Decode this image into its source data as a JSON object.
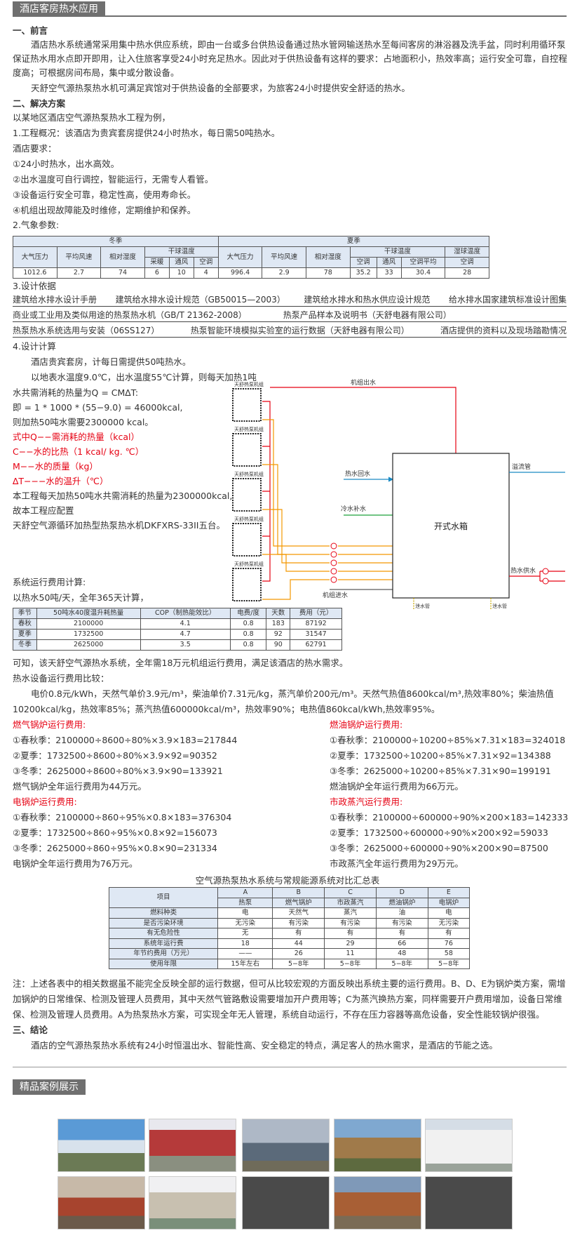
{
  "header": "酒店客房热水应用",
  "s1": {
    "title": "一、前言",
    "p1": [
      "酒店热水系统通常采用集中热水供应系统，即由一台或多台供热设备通过热水管网输送热水至每间客房的淋浴器及洗手盆，同时利用循环泵",
      "保证热水用水点即开即用，让入住旅客享受24小时充足热水。因此对于供热设备有这样的要求：占地面积小，热效率高；运行安全可靠，自控程",
      "度高；可根据房间布局，集中或分散设备。"
    ],
    "p2": "天舒空气源热泵热水机可满足宾馆对于供热设备的全部要求，为旅客24小时提供安全舒适的热水。"
  },
  "s2": {
    "title": "二、解决方案",
    "l1": "以某地区酒店空气源热泵热水工程为例，",
    "l2": "1.工程概况：该酒店为贵宾套房提供24小时热水，每日需50吨热水。",
    "l3": "酒店要求：",
    "reqs": [
      "①24小时热水，出水高效。",
      "②出水温度可自行调控，智能运行，无需专人看管。",
      "③设备运行安全可靠，稳定性高，使用寿命长。",
      "④机组出现故障能及时维修，定期维护和保养。"
    ],
    "l4": "2.气象参数:"
  },
  "weather": {
    "winter": "冬季",
    "summer": "夏季",
    "pressure": "大气压力",
    "wind": "平均风速",
    "humidity": "相对湿度",
    "dry": "干球温度",
    "wet": "湿球温度",
    "heating": "采暖",
    "vent": "通风",
    "ac": "空调",
    "ac_avg": "空调平均",
    "w": [
      "1012.6",
      "2.7",
      "74",
      "6",
      "10",
      "4"
    ],
    "s": [
      "996.4",
      "2.9",
      "78",
      "35.2",
      "33",
      "30.4",
      "28"
    ]
  },
  "basis": {
    "title": "3.设计依据",
    "row1": [
      "建筑给水排水设计手册",
      "建筑给水排水设计规范（GB50015—2003）",
      "建筑给水排水和热水供应设计规范",
      "给水排水国家建筑标准设计图集"
    ],
    "row2": [
      "商业或工业用及类似用途的热泵热水机（GB/T 21362-2008）",
      "热泵产品样本及说明书（天舒电器有限公司）"
    ],
    "row3": [
      "热泵热水系统选用与安装（06SS127）",
      "热泵智能环境模拟实验室的运行数据（天舒电器有限公司）",
      "酒店提供的资料以及现场踏勘情况"
    ]
  },
  "calc": {
    "title": "4.设计计算",
    "lines": [
      "酒店贵宾套房，计每日需提供50吨热水。",
      "以地表水温度9.0℃，出水温度55℃计算，则每天加热1吨",
      "水共需消耗的热量为Q = CM∆T:",
      "即 = 1 * 1000 * (55−9.0) = 46000kcal,",
      "则加热50吨水需要2300000 kcal。"
    ],
    "red": [
      "式中Q−−需消耗的热量（kcal）",
      "C−−水的比热（1 kcal/ kg. ℃）",
      "M−−水的质量（kg）",
      "∆T−−−水的温升（℃）"
    ],
    "after": [
      "本工程每天加热50吨水共需消耗的热量为2300000kcal,",
      "故本工程应配置",
      "天舒空气源循环加热型热泵热水机DKFXRS-33II五台。"
    ]
  },
  "diagram": {
    "unit": "天舒热泵机组",
    "out": "机组出水",
    "ret": "热水回水",
    "cold": "冷水补水",
    "tank": "开式水箱",
    "overflow": "溢流管",
    "supply": "热水供水",
    "in": "机组进水",
    "drain": "泄水管"
  },
  "cost": {
    "l1": "系统运行费用计算:",
    "l2": "以热水50吨/天，全年365天计算，",
    "head": [
      "季节",
      "50吨水40度温升耗热量",
      "COP（制热能效比）",
      "电费/度",
      "天数",
      "费用（元）"
    ],
    "rows": [
      [
        "春秋",
        "2100000",
        "4.1",
        "0.8",
        "183",
        "87192"
      ],
      [
        "夏季",
        "1732500",
        "4.7",
        "0.8",
        "92",
        "31547"
      ],
      [
        "冬季",
        "2625000",
        "3.5",
        "0.8",
        "90",
        "62791"
      ]
    ]
  },
  "compare": {
    "l1": "可知，该天舒空气源热水系统，全年需18万元机组运行费用，满足该酒店的热水需求。",
    "l2": "热水设备运行费用比较：",
    "l3": "电价0.8元/kWh，天然气单价3.9元/m³，柴油单价7.31元/kg，蒸汽单价200元/m³。天然气热值8600kcal/m³,热效率80%；柴油热值",
    "l4": "10200kcal/kg，热效率85%；蒸汽热值600000kcal/m³，热效率90%；电热值860kcal/kWh,热效率95%。",
    "gas": {
      "title": "燃气锅炉运行费用:",
      "lines": [
        "①春秋季：2100000÷8600÷80%×3.9×183=217844",
        "②夏季：1732500÷8600÷80%×3.9×92=90352",
        "③冬季：2625000÷8600÷80%×3.9×90=133921"
      ],
      "total": "燃气锅炉全年运行费用为44万元。"
    },
    "oil": {
      "title": "燃油锅炉运行费用:",
      "lines": [
        "①春秋季：2100000÷10200÷85%×7.31×183=324018",
        "②夏季：1732500÷10200÷85%×7.31×92=134388",
        "③冬季：2625000÷10200÷85%×7.31×90=199191"
      ],
      "total": "燃油锅炉全年运行费用为66万元。"
    },
    "elec": {
      "title": "电锅炉运行费用:",
      "lines": [
        "①春秋季：2100000÷860÷95%×0.8×183=376304",
        "②夏季：1732500÷860÷95%×0.8×92=156073",
        "③冬季：2625000÷860÷95%×0.8×90=231334"
      ],
      "total": "电锅炉全年运行费用为76万元。"
    },
    "steam": {
      "title": "市政蒸汽运行费用:",
      "lines": [
        "①春秋季：2100000÷600000÷90%×200×183=142333",
        "②夏季：1732500÷600000÷90%×200×92=59033",
        "③冬季：2625000÷600000÷90%×200×90=87500"
      ],
      "total": "市政蒸汽全年运行费用为29万元。"
    }
  },
  "summary": {
    "title": "空气源热泵热水系统与常规能源系统对比汇总表",
    "cols": [
      "项目",
      "A",
      "B",
      "C",
      "D",
      "E"
    ],
    "rows": [
      [
        "",
        "热泵",
        "燃气锅炉",
        "市政蒸汽",
        "燃油锅炉",
        "电锅炉"
      ],
      [
        "燃料种类",
        "电",
        "天然气",
        "蒸汽",
        "油",
        "电"
      ],
      [
        "是否污染环境",
        "无污染",
        "有污染",
        "有污染",
        "有污染",
        "无污染"
      ],
      [
        "有无危险性",
        "无",
        "有",
        "有",
        "有",
        "有"
      ],
      [
        "系统年运行费",
        "18",
        "44",
        "29",
        "66",
        "76"
      ],
      [
        "年节约费用（万元）",
        "——",
        "26",
        "11",
        "48",
        "58"
      ],
      [
        "使用年限",
        "15年左右",
        "5−8年",
        "5−8年",
        "5−8年",
        "5−8年"
      ]
    ]
  },
  "note": [
    "注：上述各表中的相关数据虽不能完全反映全部的运行数据，但可从比较宏观的方面反映出系统主要的运行费用。B、D、E为锅炉类方案，需增",
    "加锅炉的日常维保、检测及管理人员费用，其中天然气管路敷设需要增加开户费用等；C为蒸汽换热方案，同样需要开户费用增加，设备日常维",
    "保、检测及管理人员费用。A为热泵热水方案，可实现全年无人管理，系统自动运行，不存在压力容器等高危设备，安全性能较锅炉很强。"
  ],
  "s3": {
    "title": "三、结论",
    "text": "酒店的空气源热泵热水系统有24小时恒温出水、智能性高、安全稳定的特点，满足客人的热水需求，是酒店的节能之选。"
  },
  "cases": "精品案例展示"
}
